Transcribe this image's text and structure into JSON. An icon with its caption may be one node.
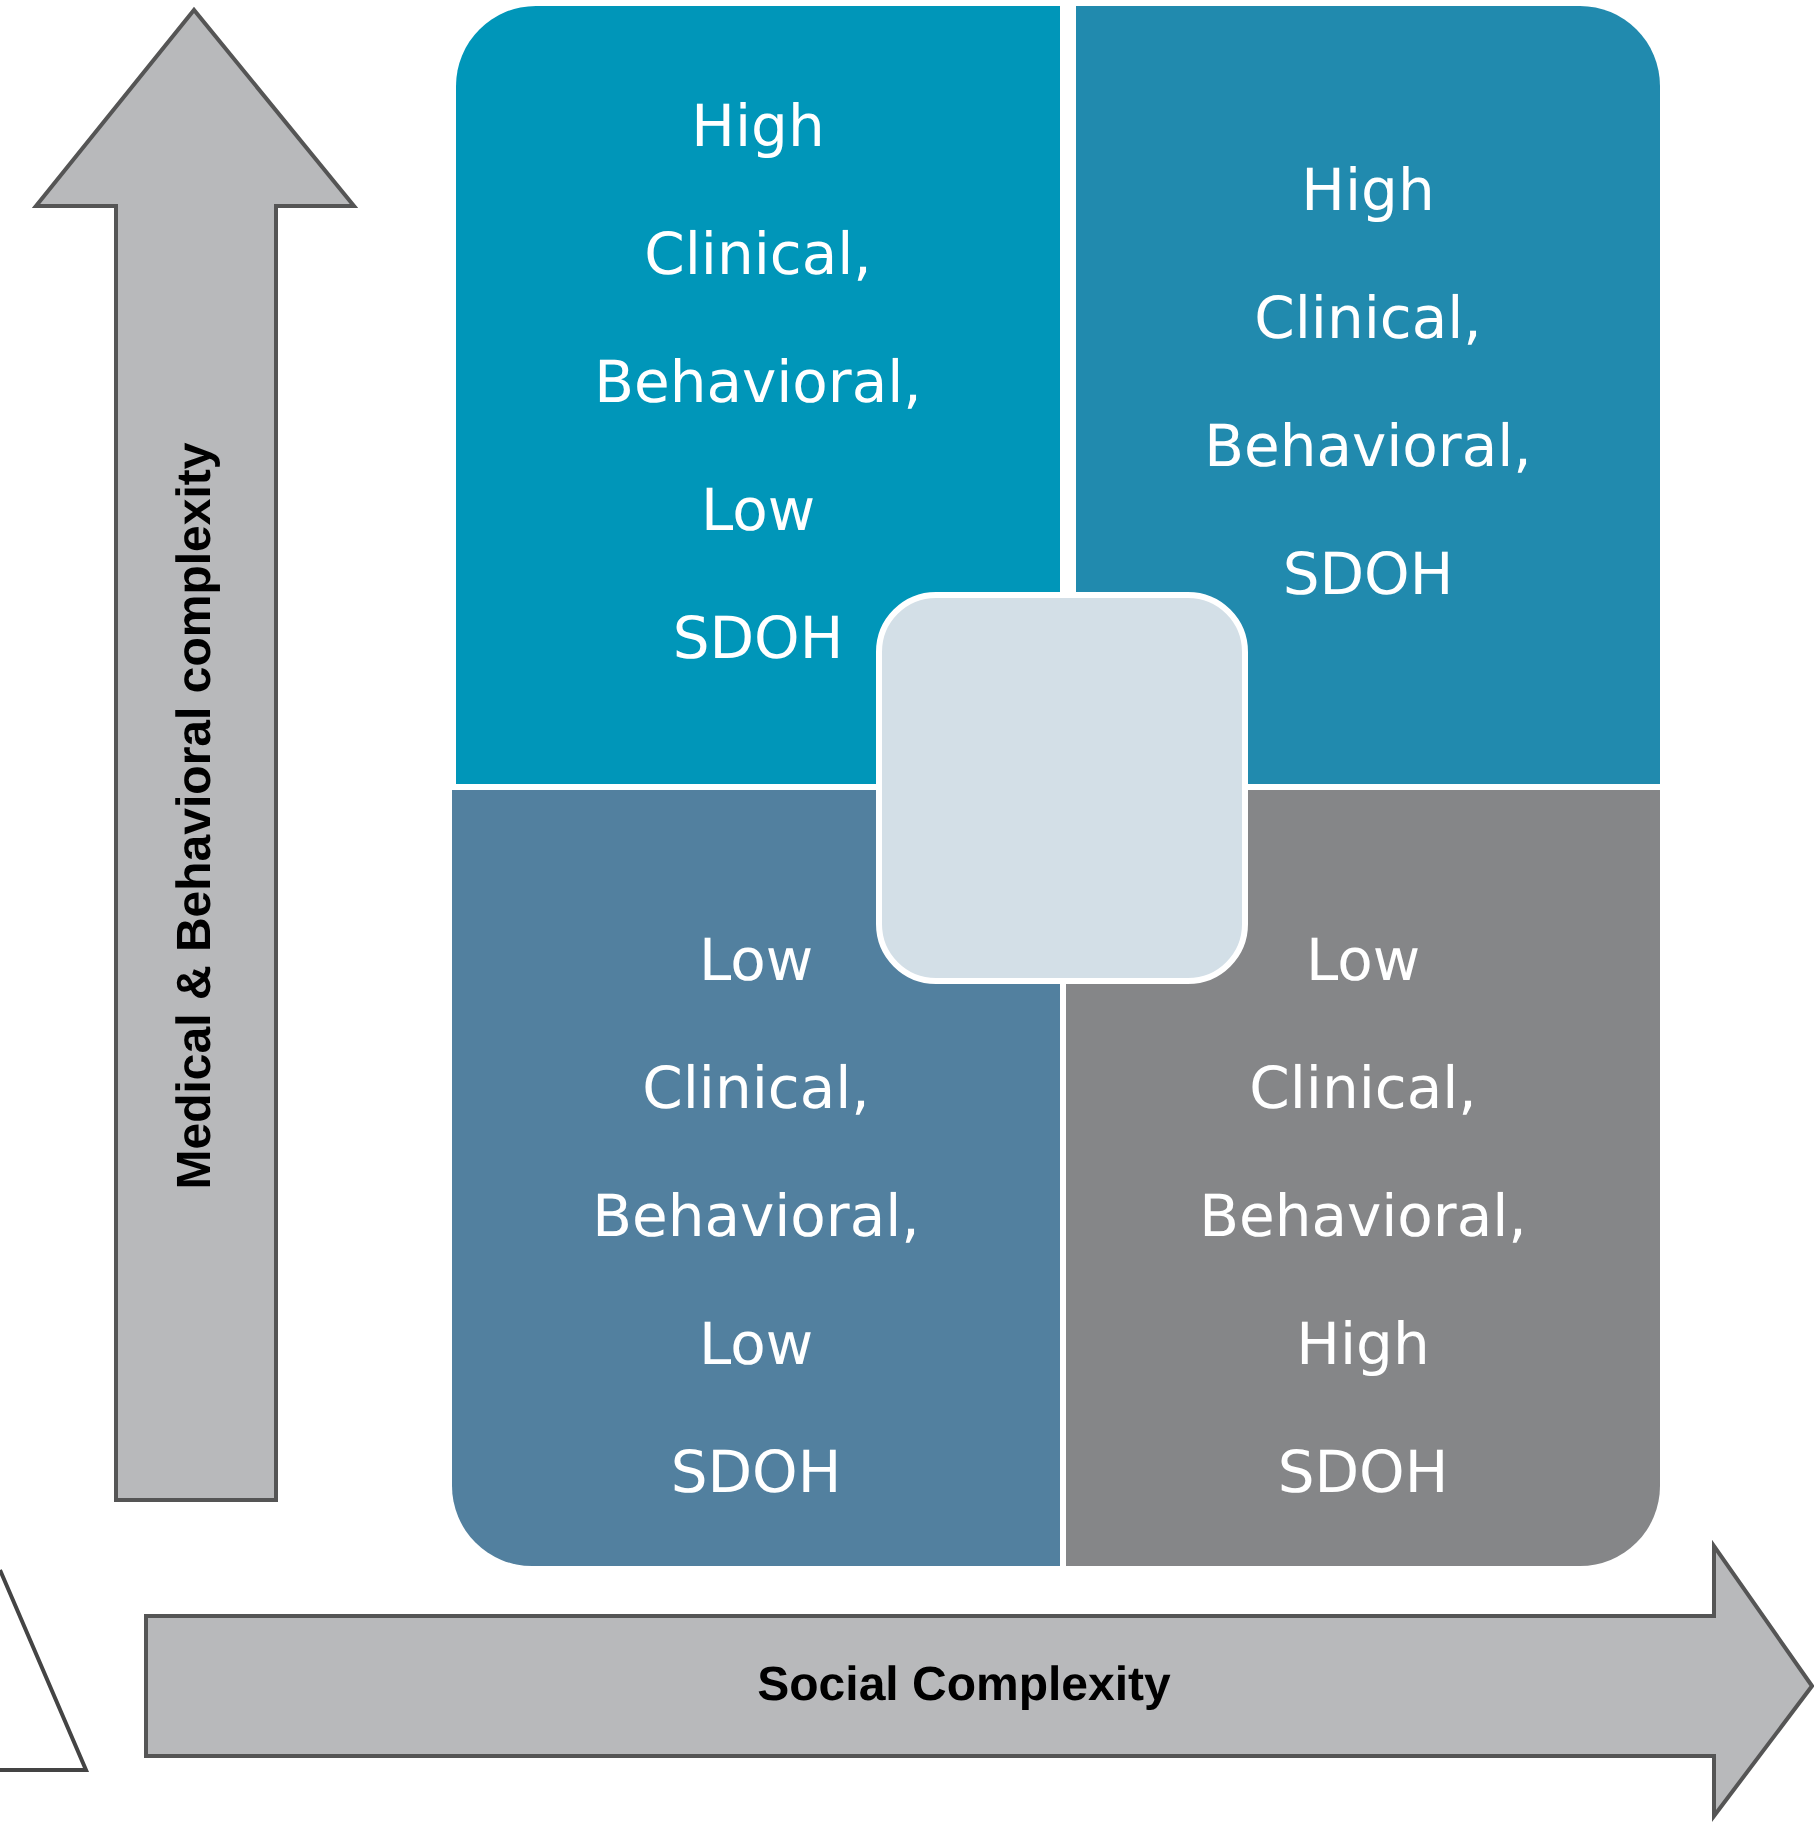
{
  "diagram": {
    "nodes": [
      {
        "text": [
          "High Clinical, Behavioral, Low SDOH"
        ]
      },
      {
        "text": [
          "High Clinical, Behavioral, SDOH"
        ]
      },
      {
        "text": [
          "Low Clinical, Behavioral, Low SDOH"
        ]
      },
      {
        "text": [
          "Low Clinical, Behavioral, High SDOH"
        ]
      },
      {
        "text": [],
        "shape": "box"
      }
    ],
    "labels": [
      "Medical & Behavioral complexity",
      "Social Complexity"
    ]
  }
}
